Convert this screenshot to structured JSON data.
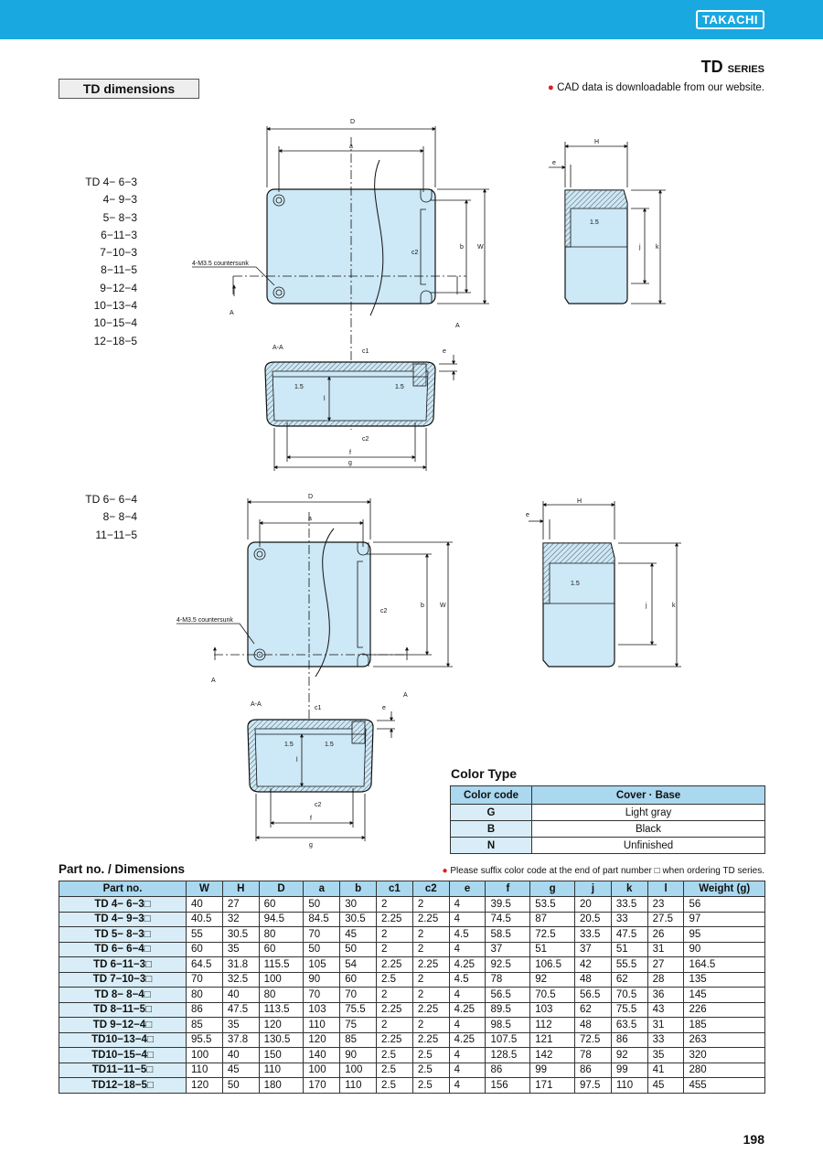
{
  "header": {
    "brand": "TAKACHI",
    "series_main": "TD",
    "series_suffix": "SERIES",
    "cad_note": "CAD data is downloadable from our website."
  },
  "section_title": "TD dimensions",
  "group1_models": [
    "TD 4− 6−3",
    "4− 9−3",
    "5− 8−3",
    "6−11−3",
    "7−10−3",
    "8−11−5",
    "9−12−4",
    "10−13−4",
    "10−15−4",
    "12−18−5"
  ],
  "group2_models": [
    "TD 6− 6−4",
    "8− 8−4",
    "11−11−5"
  ],
  "drawing_labels": {
    "D": "D",
    "a": "a",
    "b": "b",
    "W": "W",
    "H": "H",
    "e": "e",
    "j": "j",
    "k": "k",
    "c1": "c1",
    "c2": "c2",
    "f": "f",
    "g": "g",
    "l": "l",
    "A": "A",
    "AA": "A-A",
    "dim15": "1.5",
    "countersunk": "4-M3.5 countersunk"
  },
  "color_type": {
    "title": "Color Type",
    "headers": [
      "Color code",
      "Cover · Base"
    ],
    "rows": [
      [
        "G",
        "Light gray"
      ],
      [
        "B",
        "Black"
      ],
      [
        "N",
        "Unfinished"
      ]
    ]
  },
  "parts": {
    "title": "Part no. / Dimensions",
    "note": "Please suffix color code at the end of part number □ when ordering TD series.",
    "headers": [
      "Part no.",
      "W",
      "H",
      "D",
      "a",
      "b",
      "c1",
      "c2",
      "e",
      "f",
      "g",
      "j",
      "k",
      "l",
      "Weight (g)"
    ],
    "rows": [
      [
        "TD 4− 6−3□",
        "40",
        "27",
        "60",
        "50",
        "30",
        "2",
        "2",
        "4",
        "39.5",
        "53.5",
        "20",
        "33.5",
        "23",
        "56"
      ],
      [
        "TD 4− 9−3□",
        "40.5",
        "32",
        "94.5",
        "84.5",
        "30.5",
        "2.25",
        "2.25",
        "4",
        "74.5",
        "87",
        "20.5",
        "33",
        "27.5",
        "97"
      ],
      [
        "TD 5− 8−3□",
        "55",
        "30.5",
        "80",
        "70",
        "45",
        "2",
        "2",
        "4.5",
        "58.5",
        "72.5",
        "33.5",
        "47.5",
        "26",
        "95"
      ],
      [
        "TD 6− 6−4□",
        "60",
        "35",
        "60",
        "50",
        "50",
        "2",
        "2",
        "4",
        "37",
        "51",
        "37",
        "51",
        "31",
        "90"
      ],
      [
        "TD 6−11−3□",
        "64.5",
        "31.8",
        "115.5",
        "105",
        "54",
        "2.25",
        "2.25",
        "4.25",
        "92.5",
        "106.5",
        "42",
        "55.5",
        "27",
        "164.5"
      ],
      [
        "TD 7−10−3□",
        "70",
        "32.5",
        "100",
        "90",
        "60",
        "2.5",
        "2",
        "4.5",
        "78",
        "92",
        "48",
        "62",
        "28",
        "135"
      ],
      [
        "TD 8− 8−4□",
        "80",
        "40",
        "80",
        "70",
        "70",
        "2",
        "2",
        "4",
        "56.5",
        "70.5",
        "56.5",
        "70.5",
        "36",
        "145"
      ],
      [
        "TD 8−11−5□",
        "86",
        "47.5",
        "113.5",
        "103",
        "75.5",
        "2.25",
        "2.25",
        "4.25",
        "89.5",
        "103",
        "62",
        "75.5",
        "43",
        "226"
      ],
      [
        "TD 9−12−4□",
        "85",
        "35",
        "120",
        "110",
        "75",
        "2",
        "2",
        "4",
        "98.5",
        "112",
        "48",
        "63.5",
        "31",
        "185"
      ],
      [
        "TD10−13−4□",
        "95.5",
        "37.8",
        "130.5",
        "120",
        "85",
        "2.25",
        "2.25",
        "4.25",
        "107.5",
        "121",
        "72.5",
        "86",
        "33",
        "263"
      ],
      [
        "TD10−15−4□",
        "100",
        "40",
        "150",
        "140",
        "90",
        "2.5",
        "2.5",
        "4",
        "128.5",
        "142",
        "78",
        "92",
        "35",
        "320"
      ],
      [
        "TD11−11−5□",
        "110",
        "45",
        "110",
        "100",
        "100",
        "2.5",
        "2.5",
        "4",
        "86",
        "99",
        "86",
        "99",
        "41",
        "280"
      ],
      [
        "TD12−18−5□",
        "120",
        "50",
        "180",
        "170",
        "110",
        "2.5",
        "2.5",
        "4",
        "156",
        "171",
        "97.5",
        "110",
        "45",
        "455"
      ]
    ]
  },
  "page_number": "198",
  "colors": {
    "accent": "#1aa8e0",
    "header_cell": "#a9d8ef",
    "light_cell": "#d8edf7",
    "drawing_fill": "#cde8f6"
  }
}
